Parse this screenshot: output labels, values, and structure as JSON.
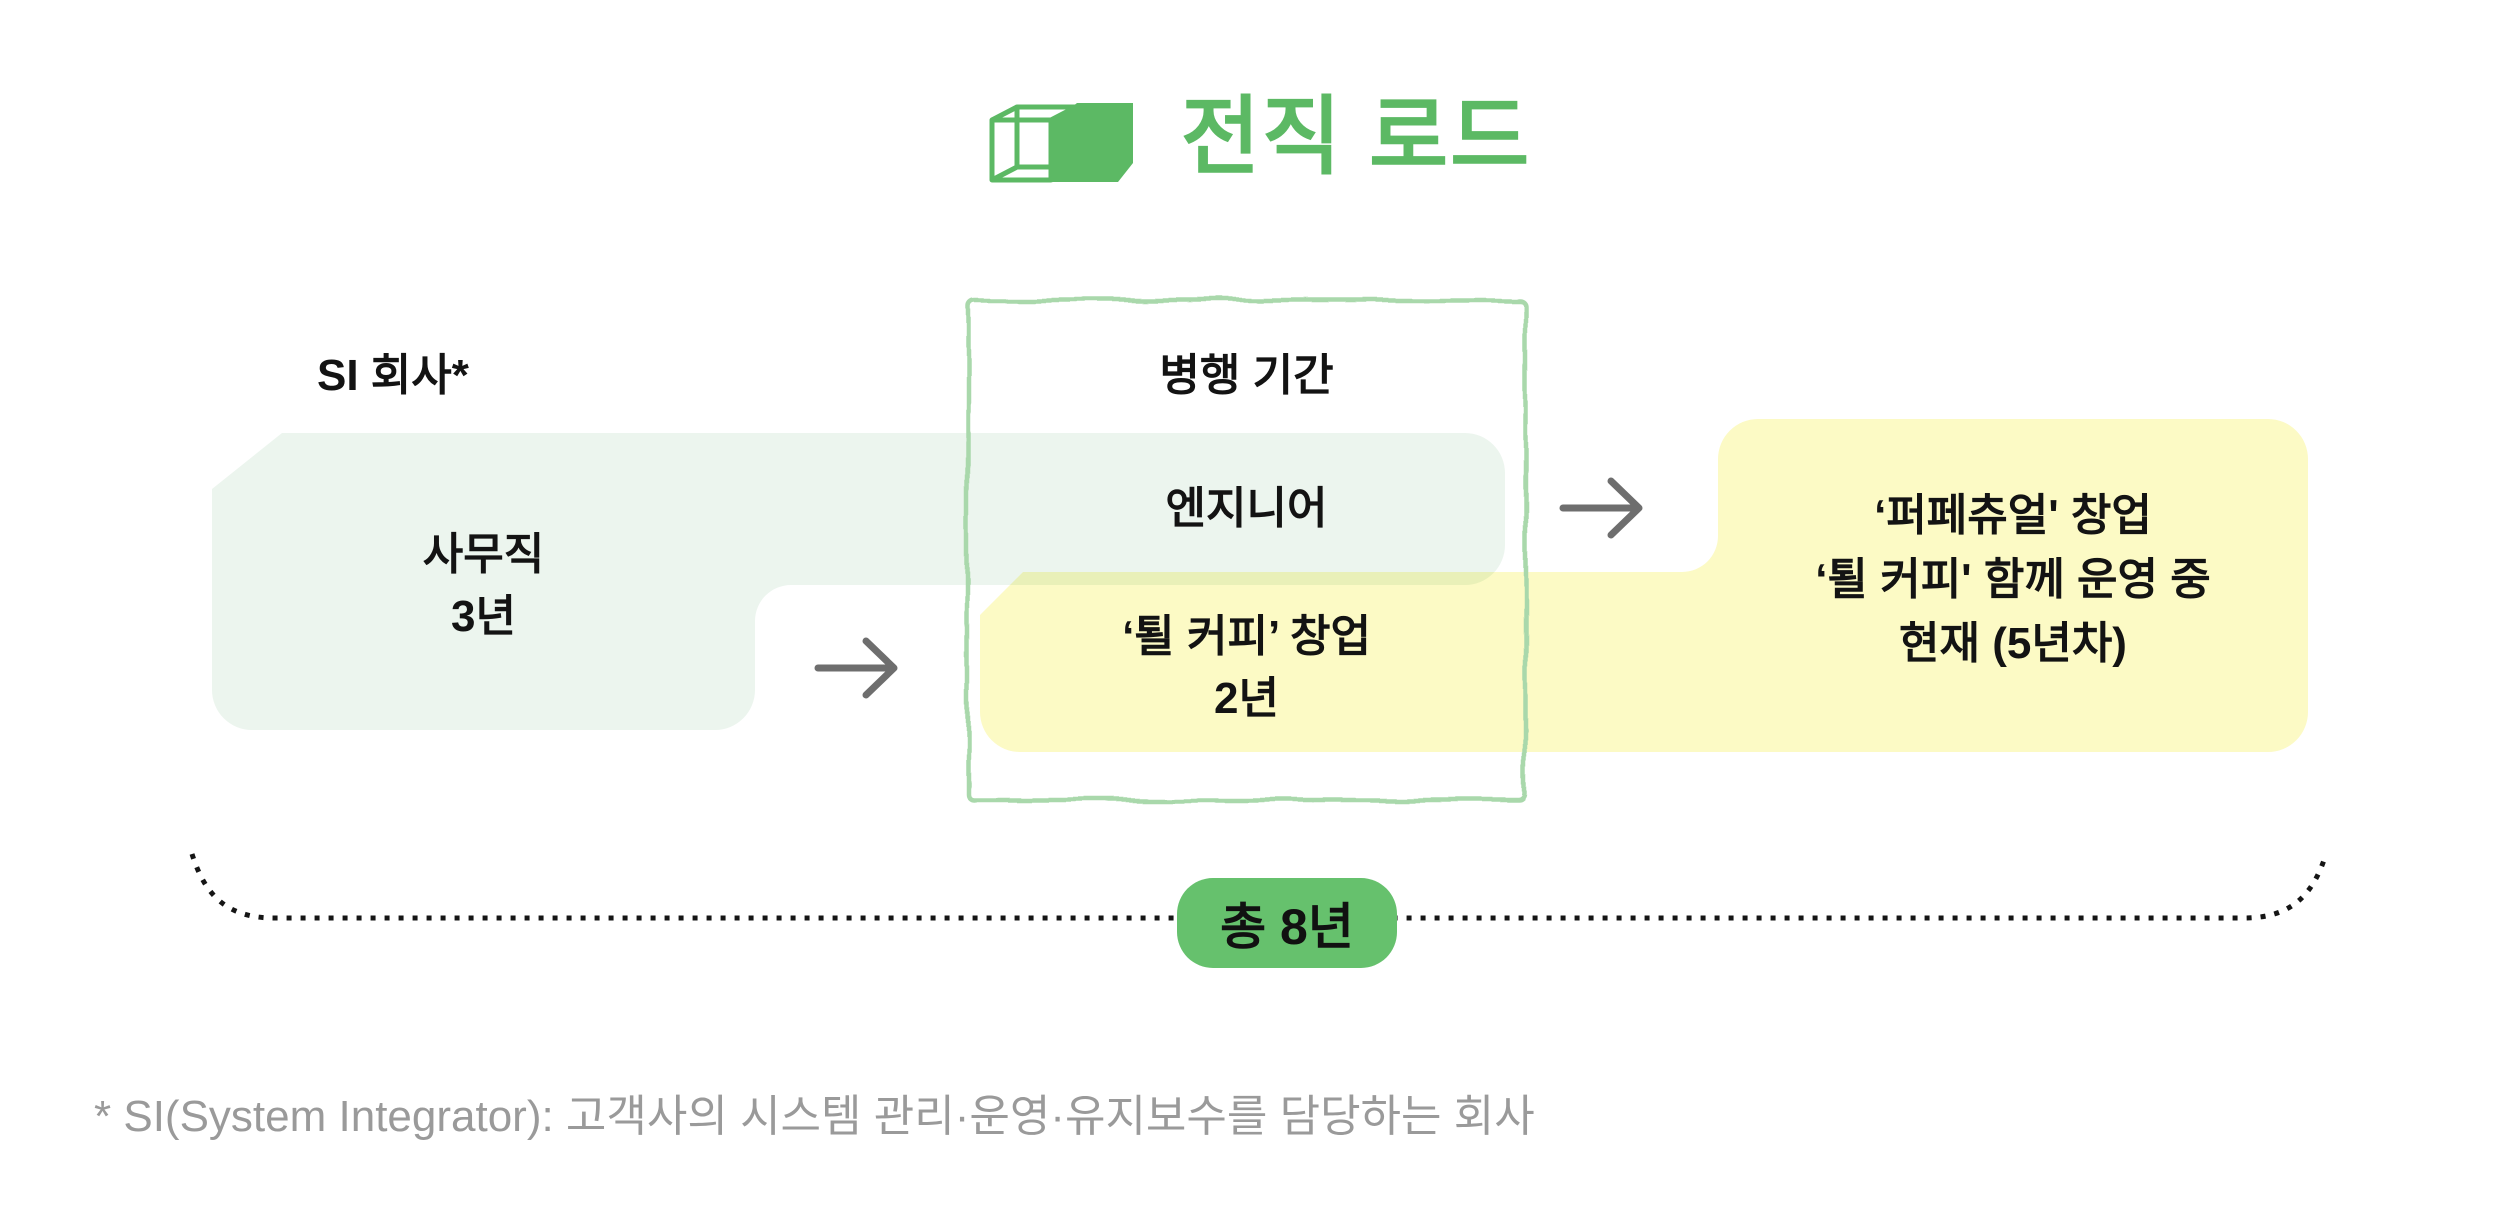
{
  "title": {
    "text": "전직 로드",
    "icon": "cube-icon"
  },
  "labels": {
    "si_company": "SI 회사*",
    "parallel_period": "병행 기간"
  },
  "stages": {
    "office": {
      "role": "사무직",
      "duration": "3년"
    },
    "engineer": {
      "role": "엔지니어"
    },
    "coffee_startup": {
      "name": "‘퇼 커피’ 창업",
      "duration": "2년"
    },
    "current": {
      "line1": "‘퍼페츄얼' 창업",
      "line2": "‘퇼 커피' 함께 운영 중",
      "status": "현재 (5년차)"
    }
  },
  "total": {
    "badge": "총 8년"
  },
  "footnote": "* SI(System Integrator): 고객사의 시스템 관리·운영·유지보수를 담당하는 회사",
  "colors": {
    "accent_green": "#5cb964",
    "badge_green": "#66c16d",
    "pale_green": "#ecf5ee",
    "pale_yellow": "#fcfac5",
    "border_green": "#a9d8ab",
    "value_blue": "#2222f0",
    "arrow_gray": "#6e6e6e",
    "text_black": "#131313",
    "footnote_gray": "#9a9a9a",
    "bracket_black": "#151515"
  }
}
